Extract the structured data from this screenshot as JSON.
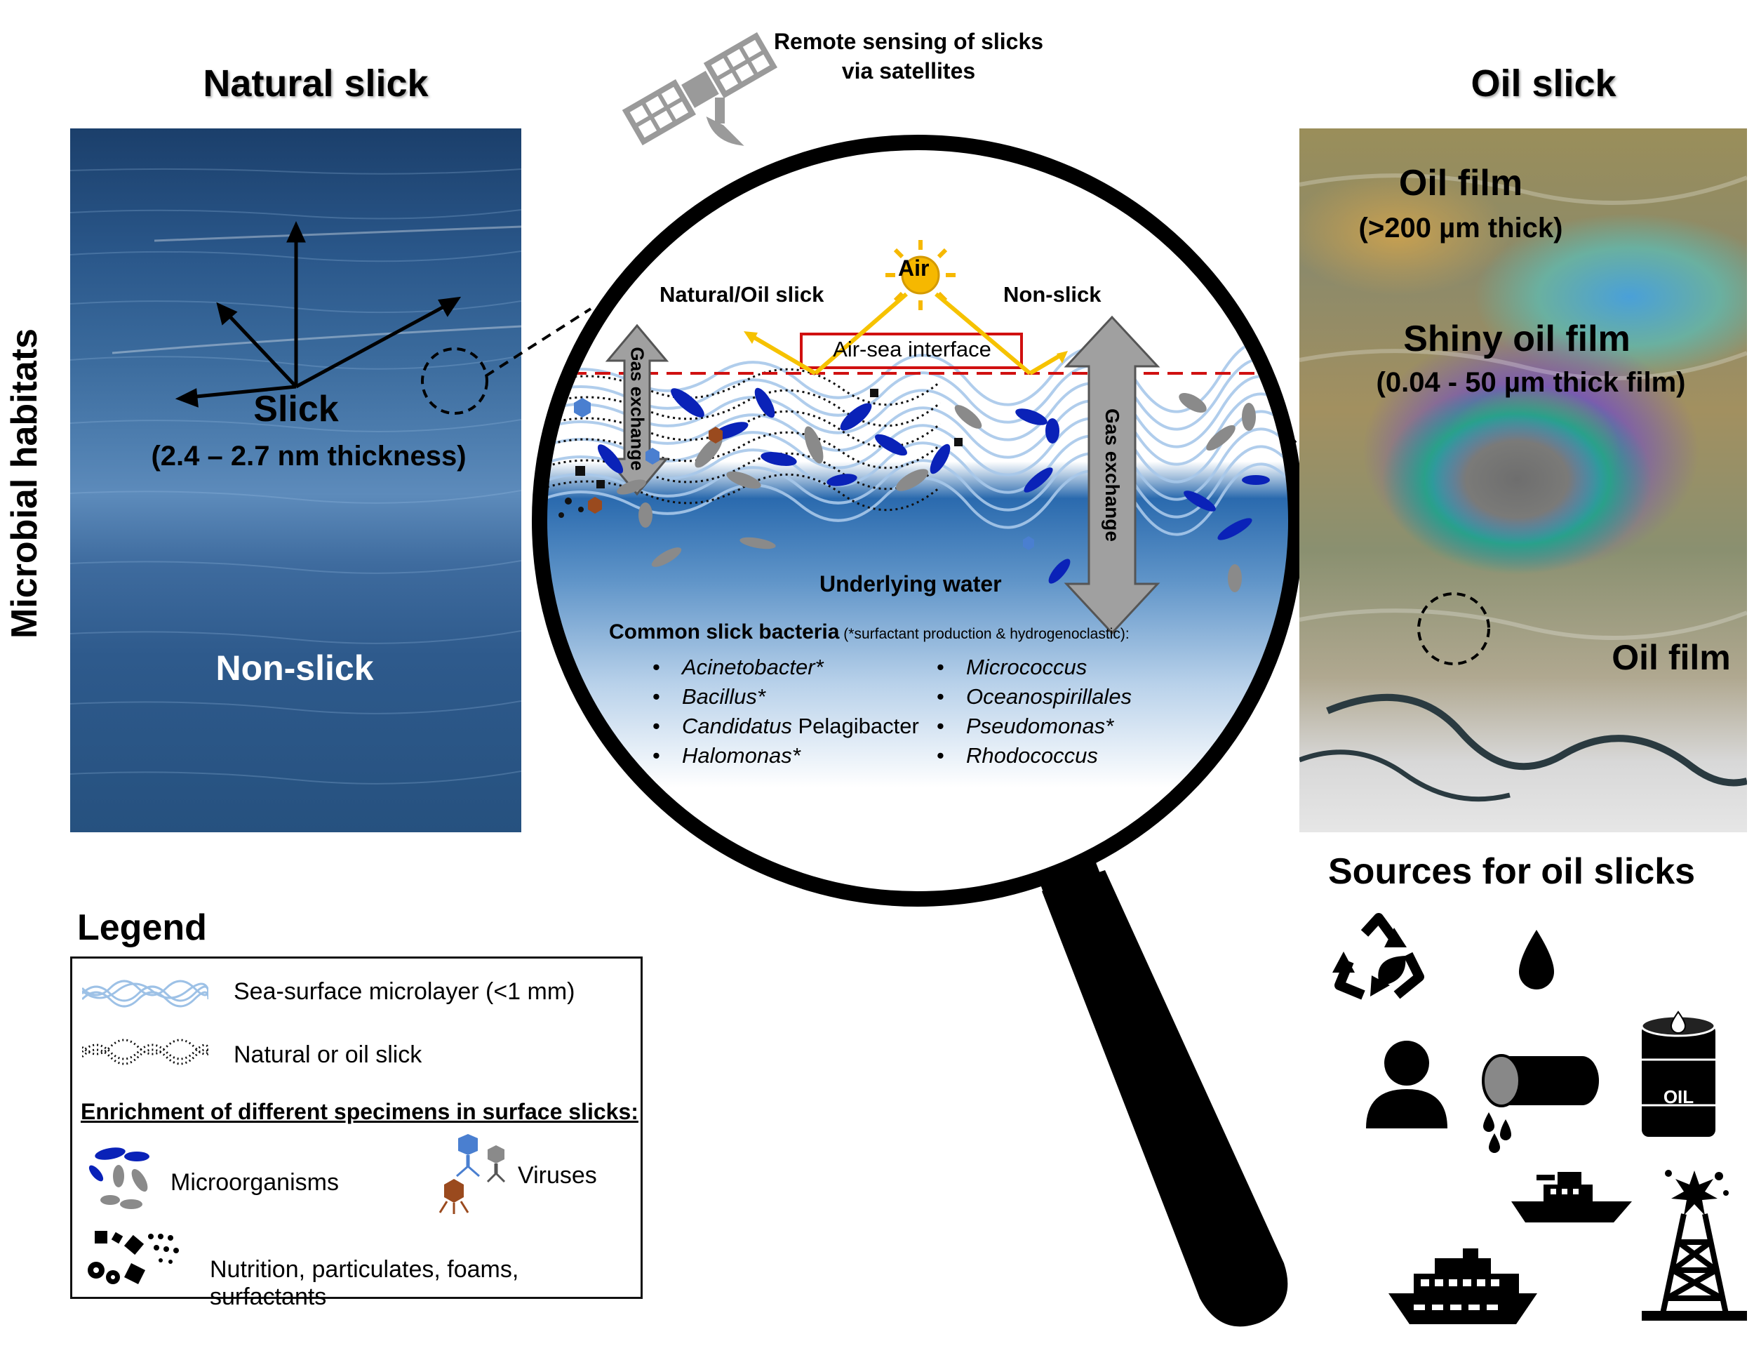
{
  "left_panel": {
    "heading": "Natural slick",
    "slick_label": "Slick",
    "slick_thickness": "(2.4 – 2.7 nm thickness)",
    "nonslick_label": "Non-slick"
  },
  "side_label": "Microbial habitats",
  "satellite": {
    "line1": "Remote sensing of slicks",
    "line2": "via satellites"
  },
  "lens": {
    "air": "Air",
    "natural_oil_slick": "Natural/Oil slick",
    "non_slick": "Non-slick",
    "air_sea_interface": "Air-sea interface",
    "gas_exchange_left": "Gas exchange",
    "gas_exchange_right": "Gas exchange",
    "underlying_water": "Underlying water",
    "bacteria_heading": "Common slick bacteria",
    "bacteria_note": " (*surfactant production & hydrogenoclastic):",
    "bacteria_left": [
      "Acinetobacter*",
      "Bacillus*",
      "Candidatus",
      "Halomonas*"
    ],
    "bacteria_left_suffix": "Pelagibacter",
    "bacteria_right": [
      "Micrococcus",
      "Oceanospirillales",
      "Pseudomonas*",
      "Rhodococcus"
    ]
  },
  "right_panel": {
    "heading": "Oil slick",
    "oil_film_top": "Oil film",
    "oil_film_top_thickness": "(>200 µm thick)",
    "shiny_film": "Shiny oil film",
    "shiny_film_thickness": "(0.04 - 50 µm thick film)",
    "oil_film_bottom": "Oil film"
  },
  "sources": {
    "heading": "Sources for oil slicks",
    "barrel_text": "OIL"
  },
  "legend": {
    "heading": "Legend",
    "row1": "Sea-surface microlayer (<1 mm)",
    "row2": "Natural or oil slick",
    "enrichment": "Enrichment of different specimens in surface slicks:",
    "microorganisms": "Microorganisms",
    "viruses": "Viruses",
    "nutrition": "Nutrition, particulates, foams, surfactants"
  },
  "colors": {
    "sea_dark": "#1e4a78",
    "sea_light": "#5b86b4",
    "microbe_blue": "#0a22b8",
    "microbe_gray": "#8a8a8a",
    "virus_blue": "#4a7fd0",
    "virus_brown": "#9a4a1e",
    "interface_red": "#d01010",
    "sun_yellow": "#f6b800"
  }
}
